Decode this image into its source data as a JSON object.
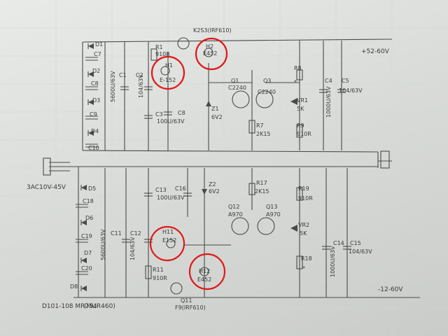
{
  "labels": {
    "top_fet": "K2S3(IRF610)",
    "r1": "R1",
    "r1_val": "910R",
    "h1": "H1",
    "h1_val": "E-152",
    "h2": "H2",
    "h2_val": "E452",
    "c7": "C7",
    "c1": "C1",
    "c1_val": "5600U/63V",
    "c2": "C2",
    "c2_val": "104/63V",
    "c3": "C3",
    "c3_val": "100U/63V",
    "c8": "C8",
    "z1": "Z1",
    "z1_val": "6V2",
    "q1": "Q1",
    "q1_val": "C2240",
    "q3": "Q3",
    "q3_val": "C2240",
    "r7": "R7",
    "r7_val": "2K15",
    "r8": "R8",
    "r8_val": "*",
    "vr1": "VR1",
    "vr1_val": "5K",
    "r9": "R9",
    "r9_val": "910R",
    "c4": "C4",
    "c4_val": "1000U/63V",
    "c5": "C5",
    "c5_val": "104/63V",
    "vplus": "+52-60V",
    "d1": "D1",
    "d2": "D2",
    "d3": "D3",
    "d4": "D4",
    "c8b": "C8",
    "c9": "C9",
    "c10": "C10",
    "ac_in": "3AC10V-45V",
    "d5": "D5",
    "c18": "C18",
    "d6": "D6",
    "c19": "C19",
    "d7": "D7",
    "c20": "C20",
    "d8": "D8",
    "c11": "C11",
    "c11_val": "5600U/63V",
    "c12": "C12",
    "c12_val": "104/63V",
    "c13": "C13",
    "c13_val": "100U/63V",
    "c16": "C16",
    "z2": "Z2",
    "z2_val": "6V2",
    "r17": "R17",
    "r17_val": "2K15",
    "q12": "Q12",
    "q12_val": "A970",
    "q13": "Q13",
    "q13_val": "A970",
    "h11": "H11",
    "h11_val": "E152",
    "h12": "H12",
    "h12_val": "E452",
    "r11": "R11",
    "r11_val": "910R",
    "q11": "Q11",
    "q11_val": "F9(IRF610)",
    "r19": "R19",
    "r19_val": "910R",
    "vr2": "VR2",
    "vr2_val": "5K",
    "r18": "R18",
    "r18_val": "*",
    "c14": "C14",
    "c14_val": "1000U/63V",
    "c15": "C15",
    "c15_val": "104/63V",
    "vminus": "-12-60V",
    "diodes_note": "D101-108 MR754",
    "diodes_alt": "(MUR460)"
  },
  "colors": {
    "highlight": "#e01818",
    "ink": "#4a4a4a"
  }
}
